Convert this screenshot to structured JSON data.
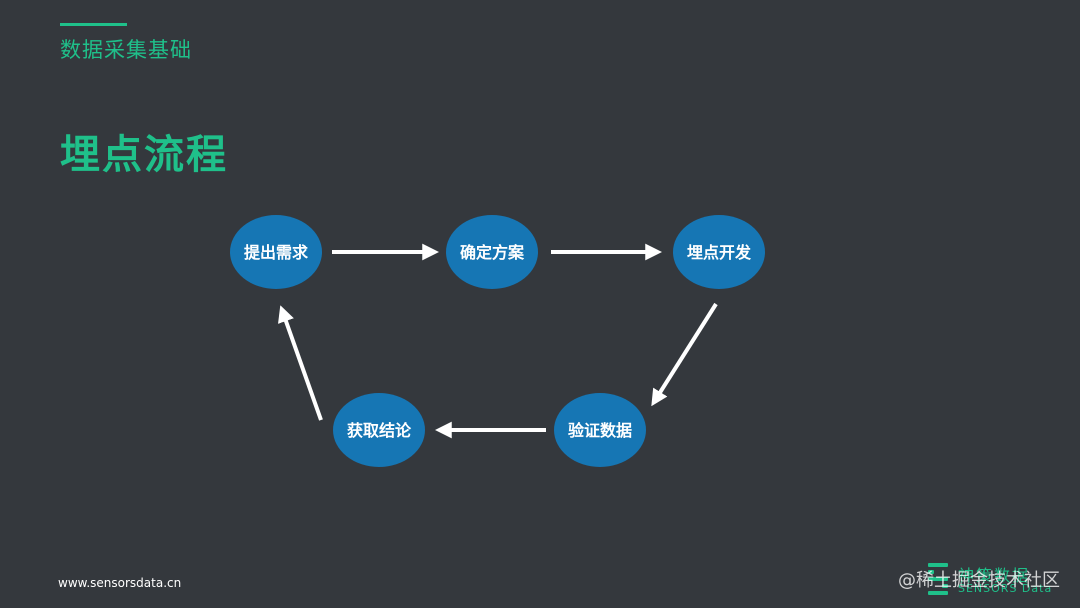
{
  "header": {
    "section_title": "数据采集基础",
    "slide_title": "埋点流程"
  },
  "flow": {
    "nodes": [
      {
        "id": "requirement",
        "label": "提出需求"
      },
      {
        "id": "plan",
        "label": "确定方案"
      },
      {
        "id": "develop",
        "label": "埋点开发"
      },
      {
        "id": "verify",
        "label": "验证数据"
      },
      {
        "id": "conclude",
        "label": "获取结论"
      }
    ],
    "node_color": "#1676b4",
    "arrow_color": "#ffffff"
  },
  "footer": {
    "url": "www.sensorsdata.cn",
    "brand_cn": "神策数据",
    "brand_en": "SENSORS Data",
    "brand_color": "#1fc08a",
    "watermark": "@稀土掘金技术社区"
  },
  "colors": {
    "background": "#34383d",
    "accent": "#1fc08a"
  }
}
